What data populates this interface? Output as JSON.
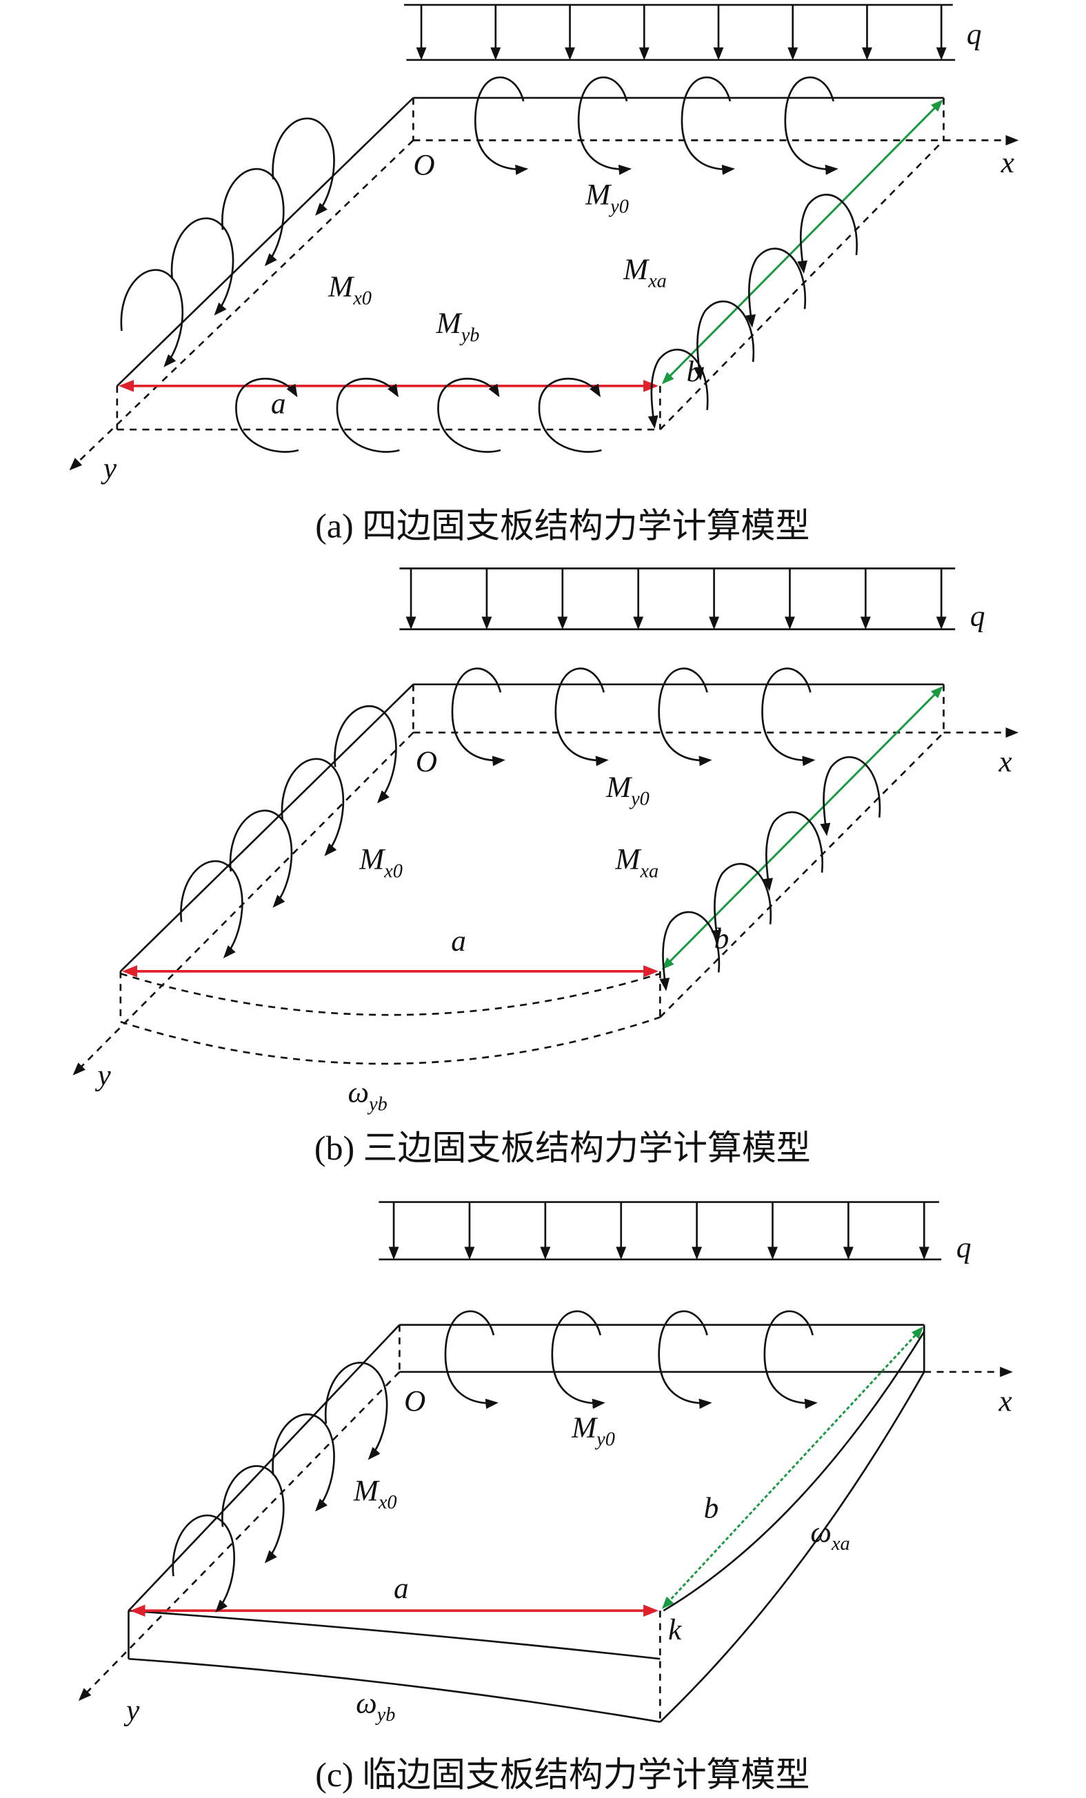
{
  "colors": {
    "dimension_a": "#e0202a",
    "dimension_b": "#1a9a40",
    "ink": "#111111"
  },
  "labels": {
    "q": "q",
    "O": "O",
    "x": "x",
    "y": "y",
    "a": "a",
    "b": "b",
    "k": "k",
    "M": "M",
    "omega": "ω",
    "sub_y0": "y0",
    "sub_x0": "x0",
    "sub_xa": "xa",
    "sub_yb": "yb"
  },
  "captions": {
    "a": "(a) 四边固支板结构力学计算模型",
    "b": "(b) 三边固支板结构力学计算模型",
    "c": "(c) 临边固支板结构力学计算模型"
  }
}
